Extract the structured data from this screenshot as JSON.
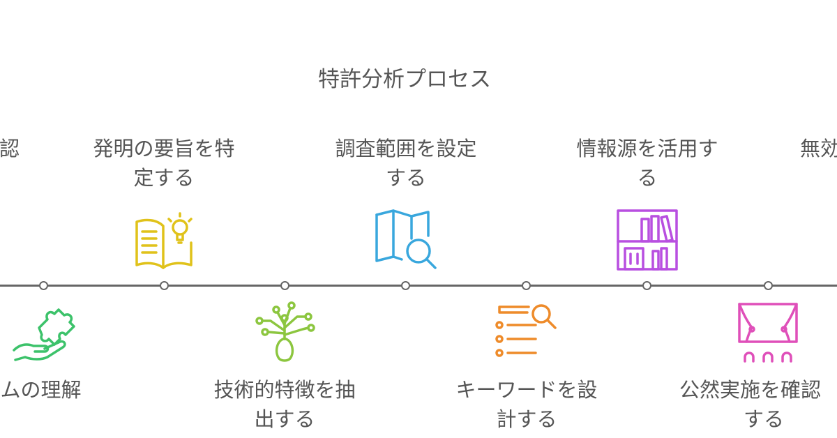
{
  "title": "特許分析プロセス",
  "steps_top": [
    {
      "line1": "認",
      "line2": ""
    },
    {
      "line1": "発明の要旨を特",
      "line2": "定する"
    },
    {
      "line1": "調査範囲を設定",
      "line2": "する"
    },
    {
      "line1": "情報源を活用す",
      "line2": "る"
    },
    {
      "line1": "無効",
      "line2": ""
    }
  ],
  "steps_bottom": [
    {
      "line1": "ルームの理解",
      "line2": ""
    },
    {
      "line1": "技術的特徴を抽",
      "line2": "出する"
    },
    {
      "line1": "キーワードを設",
      "line2": "計する"
    },
    {
      "line1": "公然実施を確認",
      "line2": "する"
    }
  ],
  "icons": {
    "puzzle_hand": "puzzle-hand-icon",
    "book_idea": "book-lightbulb-icon",
    "branch_vase": "branching-vase-icon",
    "map_search": "map-search-icon",
    "list_search": "list-search-icon",
    "bookshelf": "bookshelf-icon",
    "stage": "stage-curtain-icon"
  },
  "colors": {
    "green": "#3cc26a",
    "yellow": "#e0c21a",
    "lime": "#8cc63f",
    "blue": "#39a7dd",
    "orange": "#ee8b2a",
    "purple": "#b84fe0",
    "pink": "#df4fb9",
    "line": "#666666",
    "text": "#555555"
  }
}
